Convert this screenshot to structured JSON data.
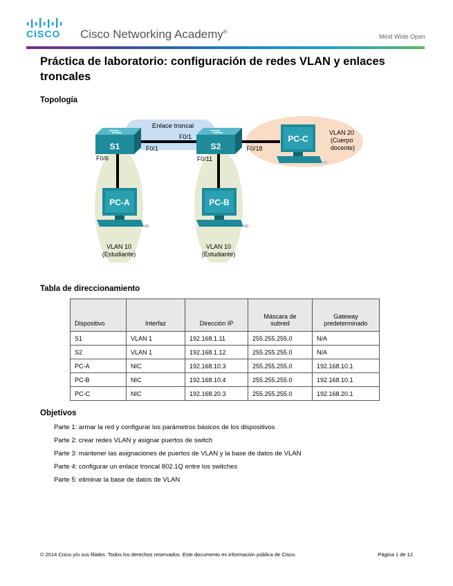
{
  "header": {
    "logo_text": "CISCO",
    "academy": "Cisco Networking Academy",
    "academy_mark": "®",
    "tagline": "Mind Wide Open"
  },
  "title": "Práctica de laboratorio: configuración de redes VLAN y enlaces troncales",
  "topology": {
    "heading": "Topología",
    "trunk_label": "Enlace troncal",
    "s1": "S1",
    "s2": "S2",
    "pca": "PC-A",
    "pcb": "PC-B",
    "pcc": "PC-C",
    "s1_f01": "F0/1",
    "s2_f01": "F0/1",
    "s1_f06": "F0/6",
    "s2_f011": "F0/11",
    "s2_f018": "F0/18",
    "vlan10_a_1": "VLAN 10",
    "vlan10_a_2": "(Estudiante)",
    "vlan10_b_1": "VLAN 10",
    "vlan10_b_2": "(Estudiante)",
    "vlan20_1": "VLAN 20",
    "vlan20_2": "(Cuerpo",
    "vlan20_3": "docente)"
  },
  "addressing": {
    "heading": "Tabla de direccionamiento",
    "columns": [
      "Dispositivo",
      "Interfaz",
      "Dirección IP",
      "Máscara de subred",
      "Gateway predeterminado"
    ],
    "col3_l1": "Máscara de",
    "col3_l2": "subred",
    "col4_l1": "Gateway",
    "col4_l2": "predeterminado",
    "rows": [
      [
        "S1",
        "VLAN 1",
        "192.168.1.11",
        "255.255.255.0",
        "N/A"
      ],
      [
        "S2",
        "VLAN 1",
        "192.168.1.12",
        "255.255.255.0",
        "N/A"
      ],
      [
        "PC-A",
        "NIC",
        "192.168.10.3",
        "255.255.255.0",
        "192.168.10.1"
      ],
      [
        "PC-B",
        "NIC",
        "192.168.10.4",
        "255.255.255.0",
        "192.168.10.1"
      ],
      [
        "PC-C",
        "NIC",
        "192.168.20.3",
        "255.255.255.0",
        "192.168.20.1"
      ]
    ]
  },
  "objectives": {
    "heading": "Objetivos",
    "items": [
      "Parte 1: armar la red y configurar los parámetros básicos de los dispositivos",
      "Parte 2: crear redes VLAN y asignar puertos de switch",
      "Parte 3: mantener las asignaciones de puertos de VLAN y la base de datos de VLAN",
      "Parte 4: configurar un enlace troncal 802.1Q entre los switches",
      "Parte 5: eliminar la base de datos de VLAN"
    ]
  },
  "footer": {
    "copyright": "© 2014 Cisco y/o sus filiales. Todos los derechos reservados. Este documento es información pública de Cisco.",
    "page": "Página 1 de 12"
  },
  "colors": {
    "cisco_blue": "#1b9fd6",
    "switch_teal": "#1e8a9a",
    "vlan10_bubble": "#e6ead2",
    "vlan20_bubble": "#f8dcc6",
    "trunk_band": "#c9def2"
  }
}
